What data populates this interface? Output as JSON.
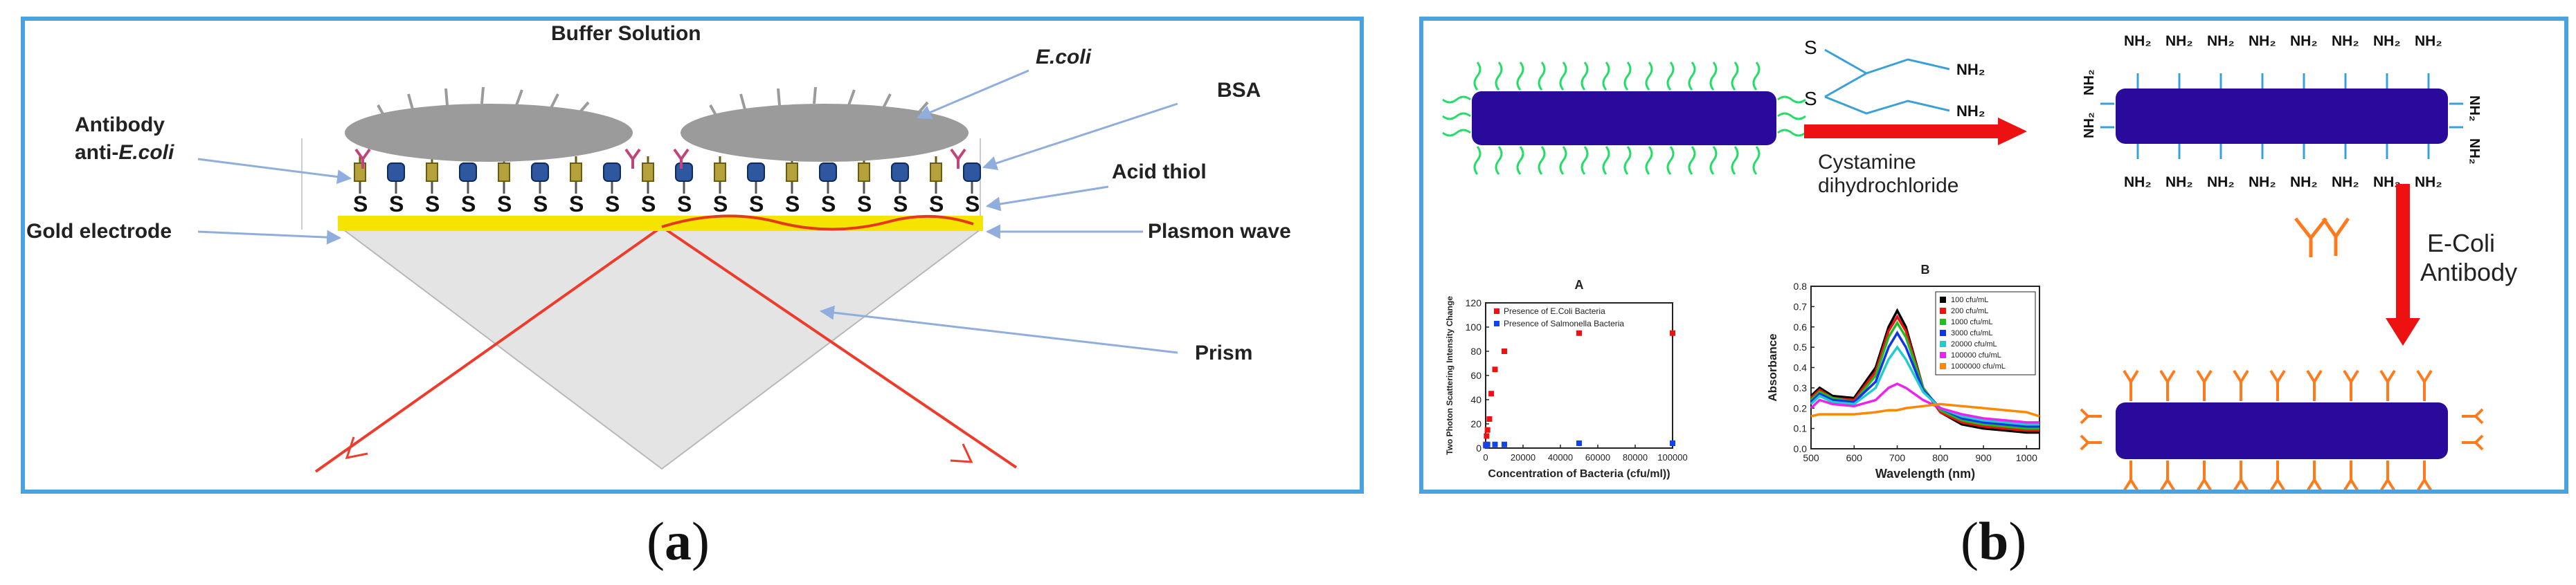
{
  "panel_a": {
    "buffer_solution": "Buffer Solution",
    "ecoli": "E.coli",
    "bsa": "BSA",
    "antibody_line1": "Antibody",
    "antibody_line2_prefix": "anti-",
    "antibody_line2_em": "E.coli",
    "acid_thiol": "Acid thiol",
    "gold_electrode": "Gold electrode",
    "plasmon_wave": "Plasmon wave",
    "prism": "Prism",
    "thiol_letter": "S",
    "caption_open": "(",
    "caption_letter": "a",
    "caption_close": ")"
  },
  "panel_b": {
    "thiol_letter": "S",
    "nh2": "NH₂",
    "cystamine_line1": "Cystamine",
    "cystamine_line2": "dihydrochloride",
    "ecoli_antibody_line1": "E-Coli",
    "ecoli_antibody_line2": "Antibody",
    "caption_open": "(",
    "caption_letter": "b",
    "caption_close": ")",
    "colors": {
      "rod": "#2a0a9a",
      "antibody": "#ff7a1a",
      "arrow": "#ee1111",
      "ligand": "#22dd66"
    }
  },
  "chart_data": [
    {
      "type": "scatter",
      "title": "A",
      "xlabel": "Concentration of Bacteria (cfu/ml))",
      "ylabel": "Two Photon Scattering Intensity Change",
      "xlim": [
        0,
        100000
      ],
      "ylim": [
        0,
        120
      ],
      "xticks": [
        0,
        20000,
        40000,
        60000,
        80000,
        100000
      ],
      "yticks": [
        0,
        20,
        40,
        60,
        80,
        100,
        120
      ],
      "legend_position": "top-left",
      "series": [
        {
          "name": "Presence of E.Coli Bacteria",
          "color": "#ee1111",
          "points": [
            [
              100,
              3
            ],
            [
              500,
              10
            ],
            [
              1000,
              15
            ],
            [
              2000,
              24
            ],
            [
              3000,
              45
            ],
            [
              5000,
              65
            ],
            [
              10000,
              80
            ],
            [
              50000,
              95
            ],
            [
              100000,
              95
            ]
          ]
        },
        {
          "name": "Presence of Salmonella Bacteria",
          "color": "#1144ee",
          "points": [
            [
              100,
              2
            ],
            [
              1000,
              3
            ],
            [
              5000,
              3
            ],
            [
              10000,
              3
            ],
            [
              50000,
              4
            ],
            [
              100000,
              4
            ]
          ]
        }
      ]
    },
    {
      "type": "line",
      "title": "B",
      "xlabel": "Wavelength (nm)",
      "ylabel": "Absorbance",
      "xlim": [
        500,
        1030
      ],
      "ylim": [
        0.0,
        0.8
      ],
      "xticks": [
        500,
        600,
        700,
        800,
        900,
        1000
      ],
      "yticks": [
        0.0,
        0.1,
        0.2,
        0.3,
        0.4,
        0.5,
        0.6,
        0.7,
        0.8
      ],
      "legend_position": "top-right",
      "x": [
        500,
        520,
        550,
        600,
        650,
        680,
        700,
        720,
        760,
        800,
        850,
        900,
        950,
        1000,
        1030
      ],
      "series": [
        {
          "name": "100 cfu/mL",
          "color": "#000000",
          "values": [
            0.26,
            0.3,
            0.26,
            0.25,
            0.4,
            0.6,
            0.68,
            0.6,
            0.3,
            0.18,
            0.12,
            0.1,
            0.09,
            0.08,
            0.08
          ]
        },
        {
          "name": "200 cfu/mL",
          "color": "#ee1111",
          "values": [
            0.25,
            0.29,
            0.25,
            0.24,
            0.38,
            0.58,
            0.65,
            0.58,
            0.3,
            0.18,
            0.13,
            0.11,
            0.1,
            0.09,
            0.09
          ]
        },
        {
          "name": "1000 cfu/mL",
          "color": "#22bb22",
          "values": [
            0.24,
            0.28,
            0.25,
            0.23,
            0.36,
            0.55,
            0.62,
            0.55,
            0.3,
            0.19,
            0.14,
            0.12,
            0.11,
            0.1,
            0.1
          ]
        },
        {
          "name": "3000 cfu/mL",
          "color": "#1133ee",
          "values": [
            0.23,
            0.27,
            0.24,
            0.23,
            0.33,
            0.5,
            0.57,
            0.5,
            0.29,
            0.2,
            0.15,
            0.13,
            0.12,
            0.11,
            0.11
          ]
        },
        {
          "name": "20000 cfu/mL",
          "color": "#22cccc",
          "values": [
            0.22,
            0.26,
            0.23,
            0.22,
            0.3,
            0.44,
            0.5,
            0.44,
            0.28,
            0.2,
            0.16,
            0.14,
            0.13,
            0.12,
            0.12
          ]
        },
        {
          "name": "100000 cfu/mL",
          "color": "#ee22ee",
          "values": [
            0.2,
            0.24,
            0.22,
            0.21,
            0.24,
            0.3,
            0.32,
            0.3,
            0.24,
            0.2,
            0.17,
            0.15,
            0.14,
            0.13,
            0.13
          ]
        },
        {
          "name": "1000000 cfu/mL",
          "color": "#ff8800",
          "values": [
            0.16,
            0.17,
            0.17,
            0.17,
            0.18,
            0.19,
            0.19,
            0.2,
            0.21,
            0.22,
            0.21,
            0.2,
            0.19,
            0.18,
            0.16
          ]
        }
      ]
    }
  ]
}
